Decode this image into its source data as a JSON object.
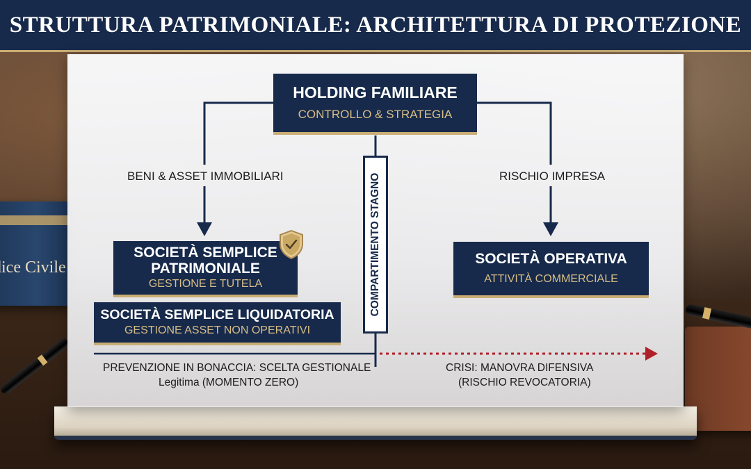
{
  "header": {
    "title": "STRUTTURA PATRIMONIALE: ARCHITETTURA DI PROTEZIONE"
  },
  "background": {
    "book_spine_text": "dice Civile"
  },
  "diagram": {
    "holding": {
      "title": "HOLDING FAMILIARE",
      "subtitle": "CONTROLLO & STRATEGIA"
    },
    "branch_left_label": "BENI & ASSET IMMOBILIARI",
    "branch_right_label": "RISCHIO IMPRESA",
    "divider_label": "COMPARTIMENTO STAGNO",
    "patrimoniale": {
      "title_line1": "SOCIETÀ SEMPLICE",
      "title_line2": "PATRIMONIALE",
      "subtitle": "GESTIONE E TUTELA"
    },
    "liquidatoria": {
      "title": "SOCIETÀ SEMPLICE LIQUIDATORIA",
      "subtitle": "GESTIONE ASSET NON OPERATIVI"
    },
    "operativa": {
      "title": "SOCIETÀ OPERATIVA",
      "subtitle": "ATTIVITÀ COMMERCIALE"
    },
    "timeline": {
      "left_line1": "PREVENZIONE IN BONACCIA: SCELTA GESTIONALE",
      "left_line2": "Legitima (MOMENTO ZERO)",
      "right_line1": "CRISI: MANOVRA DIFENSIVA",
      "right_line2": "(RISCHIO REVOCATORIA)"
    }
  },
  "colors": {
    "navy": "#172a4b",
    "gold": "#c9ad74",
    "arrow_red": "#b0202a"
  },
  "icons": {
    "badge": "shield-check-icon"
  }
}
